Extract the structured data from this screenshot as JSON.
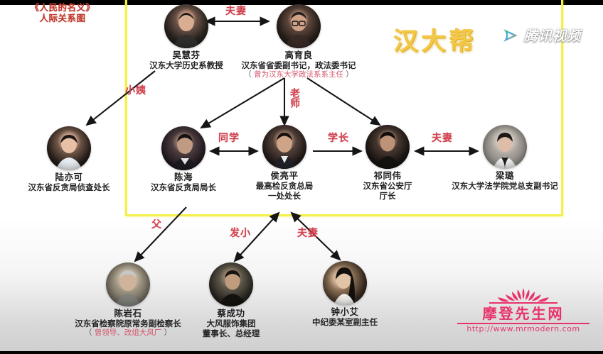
{
  "meta": {
    "title_line1": "《人民的名义》",
    "title_line2": "人际关系图",
    "gang_label": "汉大帮",
    "brand": "腾讯视频",
    "accent_red": "#d0424e",
    "box_yellow": "#f5ef4a",
    "gold": "#f3c846"
  },
  "watermark": {
    "name": "摩登先生网",
    "url": "http://www.mrmodern.com"
  },
  "nodes": [
    {
      "id": "wuhuifen",
      "name": "吴慧芬",
      "role": "汉东大学历史系教授",
      "note": ""
    },
    {
      "id": "gaoyuliang",
      "name": "高育良",
      "role": "汉东省省委副书记，政法委书记",
      "note_prefix": "（ ",
      "note_main": "曾为汉东大学政法系系主任",
      "note_suffix": " ）"
    },
    {
      "id": "luyike",
      "name": "陆亦可",
      "role": "汉东省反贪局侦查处长",
      "note": ""
    },
    {
      "id": "chenhai",
      "name": "陈海",
      "role": "汉东省反贪局局长",
      "note": ""
    },
    {
      "id": "houliangping",
      "name": "侯亮平",
      "role": "最高检反贪总局",
      "role2": "一处处长",
      "note": ""
    },
    {
      "id": "qitongwei",
      "name": "祁同伟",
      "role": "汉东省公安厅",
      "role2": "厅长",
      "note": ""
    },
    {
      "id": "liangu",
      "name": "梁璐",
      "role": "汉东大学法学院党总支副书记",
      "note": ""
    },
    {
      "id": "chenyanshi",
      "name": "陈岩石",
      "role": "汉东省检察院原常务副检察长",
      "note_prefix": "（ ",
      "note_main": "曾领导、改组大风厂",
      "note_suffix": " ）"
    },
    {
      "id": "caichenggong",
      "name": "蔡成功",
      "role": "大风服饰集团",
      "role2": "董事长、总经理",
      "note": ""
    },
    {
      "id": "zhongxiaoai",
      "name": "钟小艾",
      "role": "中纪委某室副主任",
      "note": ""
    }
  ],
  "relations": [
    {
      "id": "r-fuqi-top",
      "label": "夫妻",
      "from": "wuhuifen",
      "to": "gaoyuliang",
      "type": "double"
    },
    {
      "id": "r-xiaoyi",
      "label": "小姨",
      "from": "wuhuifen",
      "to": "luyike",
      "type": "single"
    },
    {
      "id": "r-laoshi",
      "label": "老师",
      "from": "gaoyuliang",
      "to": "houliangping",
      "type": "single"
    },
    {
      "id": "r-tongxue",
      "label": "同学",
      "from": "chenhai",
      "to": "houliangping",
      "type": "double"
    },
    {
      "id": "r-xuezhang",
      "label": "学长",
      "from": "houliangping",
      "to": "qitongwei",
      "type": "single"
    },
    {
      "id": "r-fuqi-right",
      "label": "夫妻",
      "from": "qitongwei",
      "to": "liangu",
      "type": "double"
    },
    {
      "id": "r-fu",
      "label": "父",
      "from": "chenhai",
      "to": "chenyanshi",
      "type": "single"
    },
    {
      "id": "r-faxiao",
      "label": "发小",
      "from": "houliangping",
      "to": "caichenggong",
      "type": "double"
    },
    {
      "id": "r-fuqi-bottom",
      "label": "夫妻",
      "from": "houliangping",
      "to": "zhongxiaoai",
      "type": "double"
    }
  ]
}
